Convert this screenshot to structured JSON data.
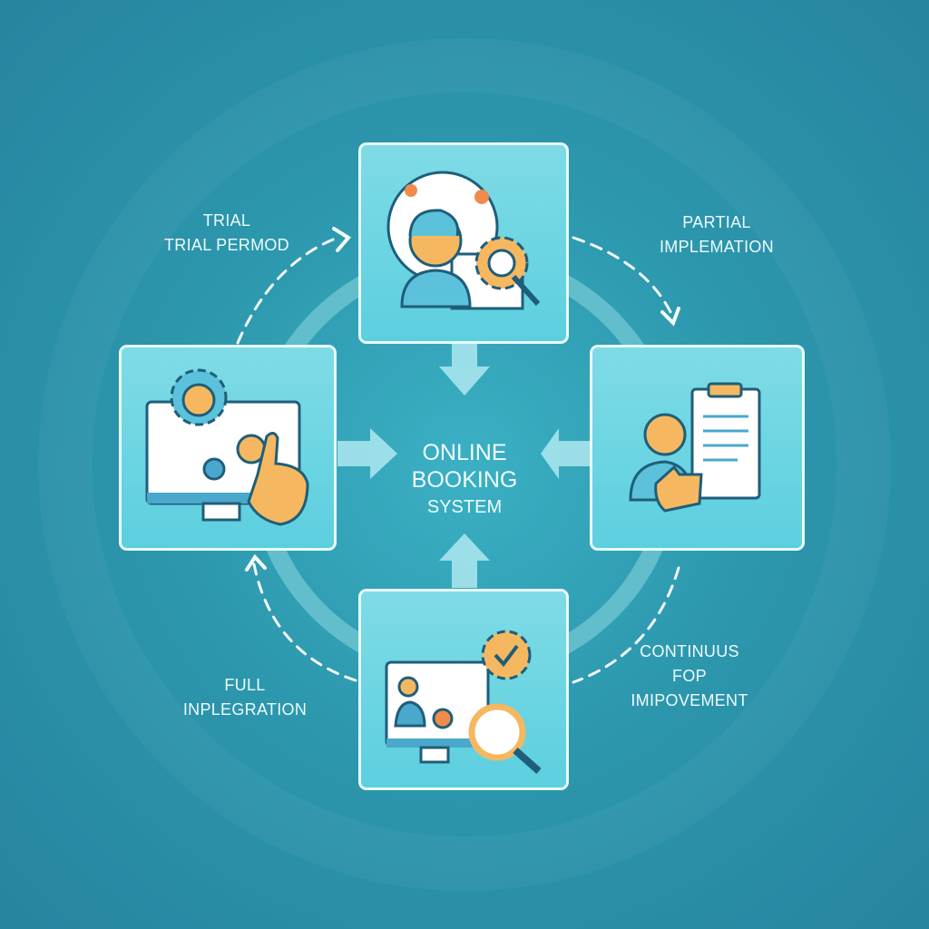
{
  "center": {
    "line1": "ONLINE",
    "line2": "BOOKING",
    "line3": "SYSTEM"
  },
  "labels": {
    "top_left": {
      "line1": "TRIAL",
      "line2": "TRIAL PERMOD"
    },
    "top_right": {
      "line1": "PARTIAL",
      "line2": "IMPLEMATION"
    },
    "bottom_left": {
      "line1": "FULL",
      "line2": "INPLEGRATION"
    },
    "bottom_right": {
      "line1": "CONTINUUS",
      "line2": "FOP",
      "line3": "IMIPOVEMENT"
    }
  },
  "colors": {
    "card": "#5ccfdf",
    "accent": "#f5b860",
    "outline": "#1f5e7a",
    "background": "#2a8ba0"
  }
}
